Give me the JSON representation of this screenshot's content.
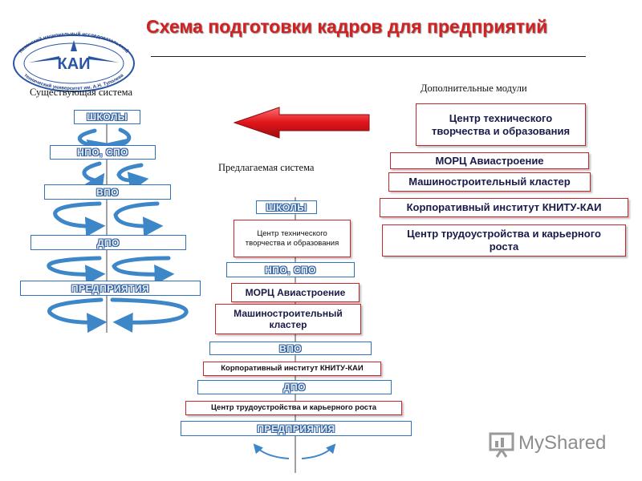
{
  "header": {
    "title": "Схема подготовки кадров для предприятий",
    "logo_text": "КАИ",
    "logo_ring_top": "Казанский национальный исследовательский",
    "logo_ring_bottom": "технический университет им. А.Н. Туполева"
  },
  "existing": {
    "caption": "Существующая система",
    "levels": [
      "ШКОЛЫ",
      "НПО, СПО",
      "ВПО",
      "ДПО",
      "ПРЕДПРИЯТИЯ"
    ]
  },
  "modules": {
    "caption": "Дополнительные модули",
    "items": [
      "Центр технического творчества и образования",
      "МОРЦ  Авиастроение",
      "Машиностроительный кластер",
      "Корпоративный институт КНИТУ-КАИ",
      "Центр трудоустройства и карьерного роста"
    ]
  },
  "proposed": {
    "caption": "Предлагаемая система",
    "steps": [
      "ШКОЛЫ",
      "Центр технического творчества и образования",
      "НПО, СПО",
      "МОРЦ  Авиастроение",
      "Машиностроительный кластер",
      "ВПО",
      "Корпоративный  институт КНИТУ-КАИ",
      "ДПО",
      "Центр трудоустройства и карьерного роста",
      "ПРЕДПРИЯТИЯ"
    ]
  },
  "watermark": {
    "text": "MyShared"
  },
  "colors": {
    "title": "#d42020",
    "arrow": "#e0141a",
    "box_red": "#c8262b",
    "box_blue": "#2f72c4"
  }
}
